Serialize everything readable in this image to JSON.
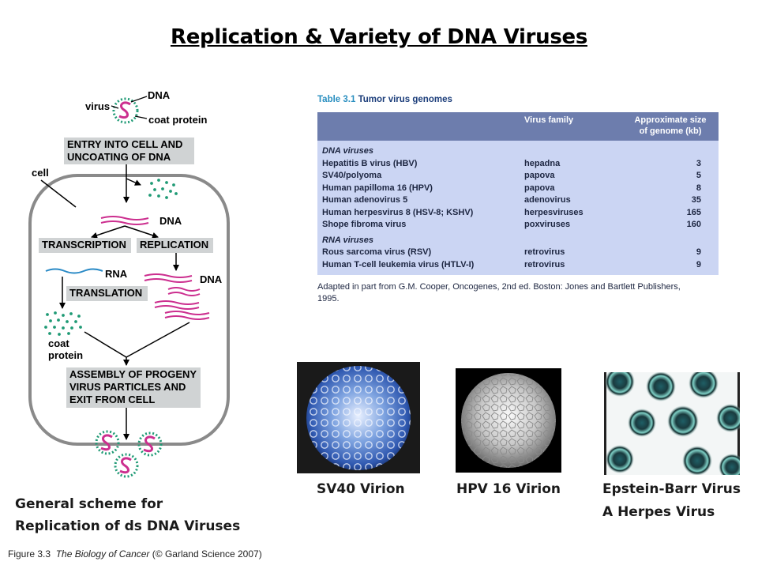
{
  "title": "Replication & Variety of DNA Viruses",
  "diagram": {
    "labels": {
      "dna_top": "DNA",
      "virus": "virus",
      "coat_protein_top": "coat protein",
      "cell": "cell",
      "dna_mid": "DNA",
      "rna": "RNA",
      "dna_right": "DNA",
      "coat_protein_bottom_1": "coat",
      "coat_protein_bottom_2": "protein"
    },
    "steps": {
      "entry_1": "ENTRY INTO CELL AND",
      "entry_2": "UNCOATING OF DNA",
      "transcription": "TRANSCRIPTION",
      "replication": "REPLICATION",
      "translation": "TRANSLATION",
      "assembly_1": "ASSEMBLY OF PROGENY",
      "assembly_2": "VIRUS PARTICLES AND",
      "assembly_3": "EXIT FROM CELL"
    },
    "colors": {
      "dna": "#cc2f8f",
      "coat": "#1f9a75",
      "rna": "#2a8ac6",
      "cell": "#8a8a8a",
      "step_box": "#d0d3d4"
    }
  },
  "table": {
    "caption_num": "Table 3.1",
    "caption_text": "Tumor virus genomes",
    "headers": {
      "family": "Virus family",
      "size_1": "Approximate size",
      "size_2": "of genome (kb)"
    },
    "groups": [
      {
        "name": "DNA viruses",
        "rows": [
          {
            "virus": "Hepatitis B virus (HBV)",
            "family": "hepadna",
            "size": "3"
          },
          {
            "virus": "SV40/polyoma",
            "family": "papova",
            "size": "5"
          },
          {
            "virus": "Human papilloma 16 (HPV)",
            "family": "papova",
            "size": "8"
          },
          {
            "virus": "Human adenovirus 5",
            "family": "adenovirus",
            "size": "35"
          },
          {
            "virus": "Human herpesvirus 8 (HSV-8; KSHV)",
            "family": "herpesviruses",
            "size": "165"
          },
          {
            "virus": "Shope fibroma virus",
            "family": "poxviruses",
            "size": "160"
          }
        ]
      },
      {
        "name": "RNA viruses",
        "rows": [
          {
            "virus": "Rous sarcoma virus (RSV)",
            "family": "retrovirus",
            "size": "9"
          },
          {
            "virus": "Human T-cell leukemia virus (HTLV-I)",
            "family": "retrovirus",
            "size": "9"
          }
        ]
      }
    ],
    "source": "Adapted in part from G.M. Cooper, Oncogenes, 2nd ed. Boston: Jones and Bartlett Publishers, 1995."
  },
  "photos": [
    {
      "caption_1": "SV40 Virion",
      "caption_2": ""
    },
    {
      "caption_1": "HPV 16 Virion",
      "caption_2": ""
    },
    {
      "caption_1": "Epstein-Barr Virus",
      "caption_2": "A Herpes Virus"
    }
  ],
  "scheme_caption": {
    "line_1": "General scheme for",
    "line_2": "Replication of ds DNA Viruses"
  },
  "credit": {
    "fig": "Figure 3.3",
    "book": "The Biology of Cancer",
    "rest": "(© Garland Science 2007)"
  }
}
